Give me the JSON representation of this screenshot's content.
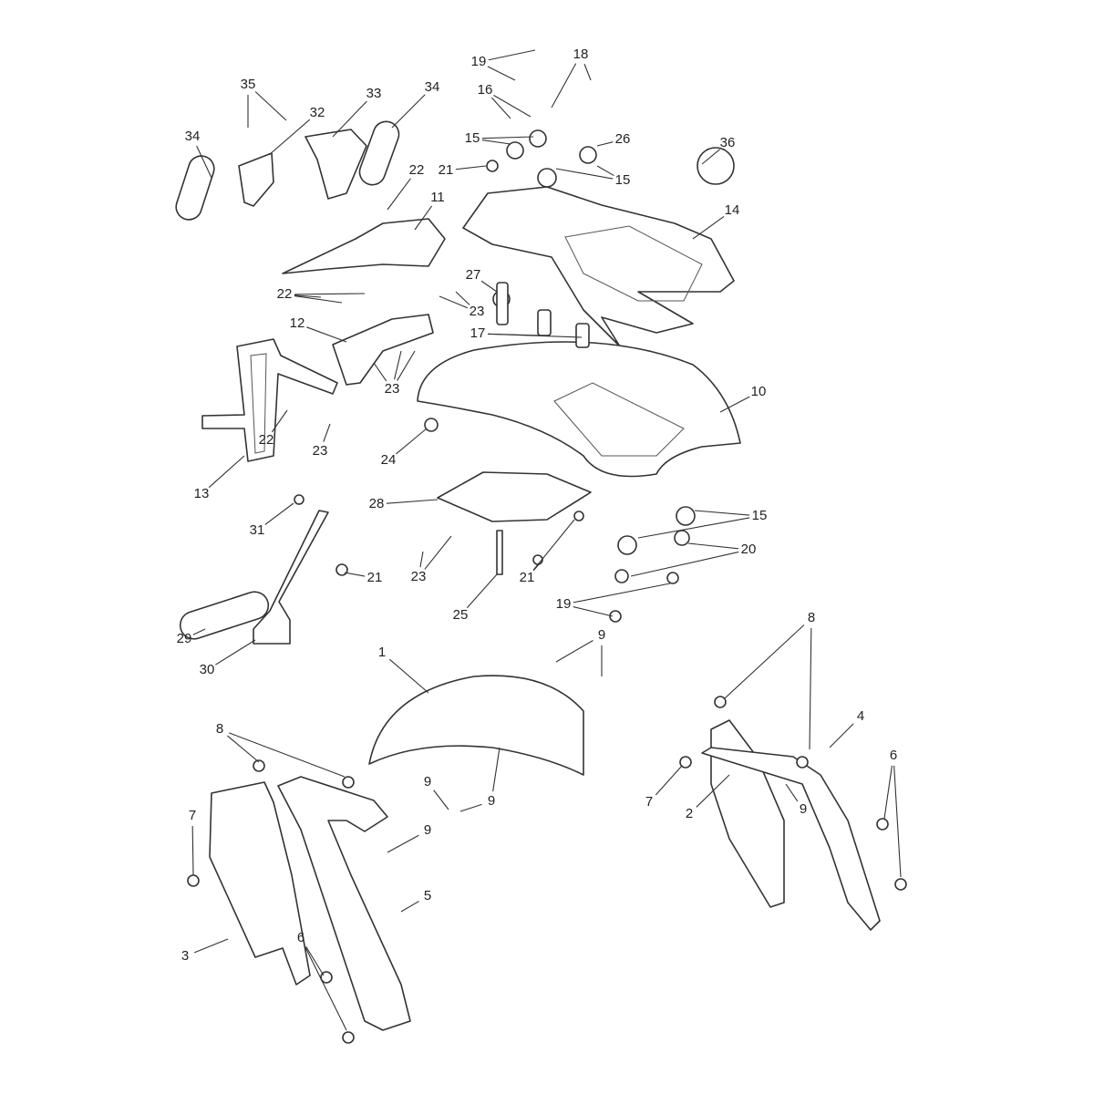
{
  "diagram": {
    "title": "Mudguards and Fender exploded parts diagram",
    "callouts": [
      "35",
      "32",
      "33",
      "34",
      "34",
      "19",
      "18",
      "16",
      "15",
      "26",
      "21",
      "15",
      "36",
      "22",
      "11",
      "14",
      "27",
      "22",
      "23",
      "17",
      "12",
      "23",
      "10",
      "22",
      "23",
      "24",
      "13",
      "28",
      "15",
      "31",
      "20",
      "23",
      "21",
      "21",
      "19",
      "25",
      "29",
      "9",
      "8",
      "1",
      "30",
      "4",
      "8",
      "6",
      "9",
      "9",
      "7",
      "2",
      "9",
      "7",
      "9",
      "5",
      "3",
      "6"
    ]
  }
}
